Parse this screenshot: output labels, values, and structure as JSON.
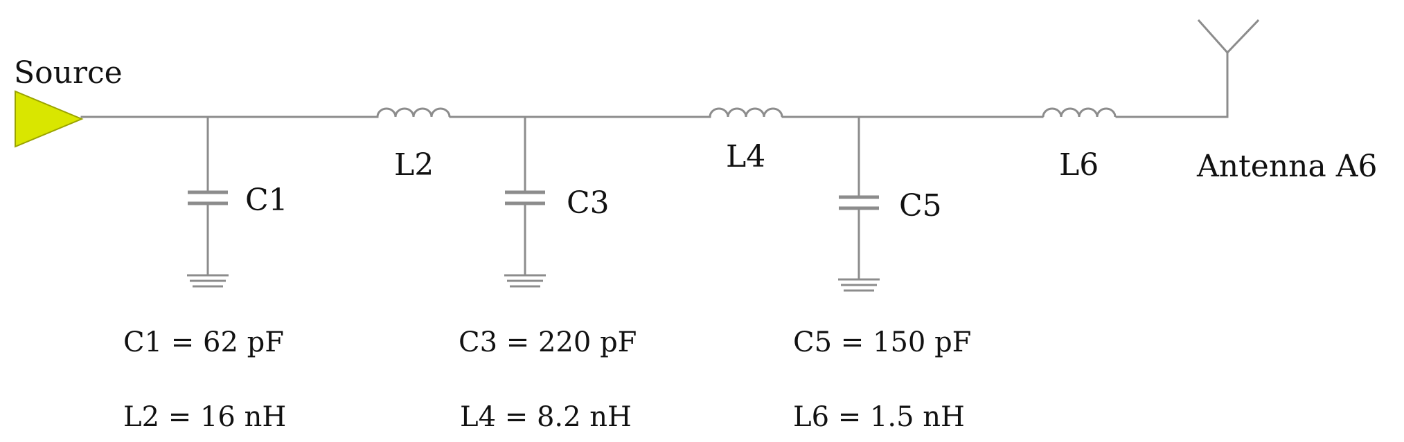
{
  "source": {
    "label": "Source",
    "color": "#d9e600"
  },
  "antenna": {
    "label": "Antenna A6"
  },
  "components": {
    "c1": {
      "label": "C1"
    },
    "l2": {
      "label": "L2"
    },
    "c3": {
      "label": "C3"
    },
    "l4": {
      "label": "L4"
    },
    "c5": {
      "label": "C5"
    },
    "l6": {
      "label": "L6"
    }
  },
  "values": {
    "c1": "C1 = 62 pF",
    "c3": "C3 = 220 pF",
    "c5": "C5 = 150 pF",
    "l2": "L2 = 16 nH",
    "l4": "L4 = 8.2 nH",
    "l6": "L6 = 1.5 nH"
  },
  "colors": {
    "wire": "#8c8c8c",
    "text": "#111111"
  }
}
